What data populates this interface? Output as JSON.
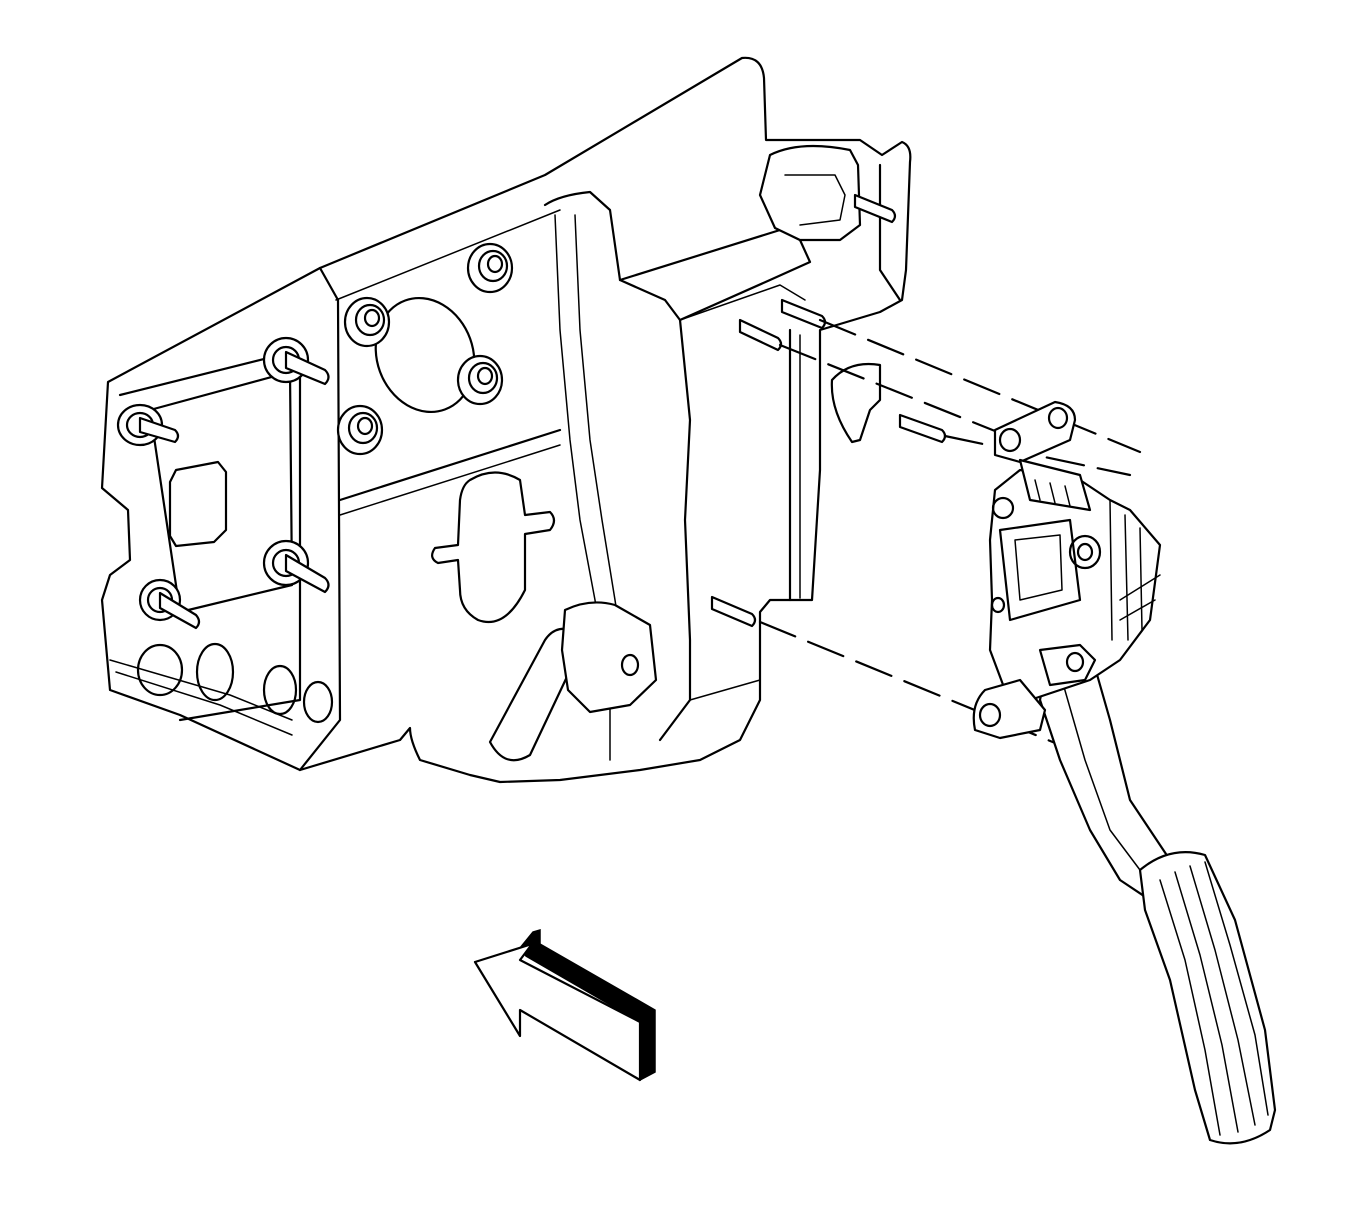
{
  "diagram": {
    "kind": "exploded-assembly-illustration",
    "components": [
      {
        "id": "bracket",
        "name": "pedal-mounting-bracket"
      },
      {
        "id": "pedal",
        "name": "accelerator-pedal-assembly"
      },
      {
        "id": "arrow",
        "name": "front-of-vehicle-arrow"
      }
    ],
    "colors": {
      "line": "#000000",
      "fill": "#ffffff"
    }
  }
}
